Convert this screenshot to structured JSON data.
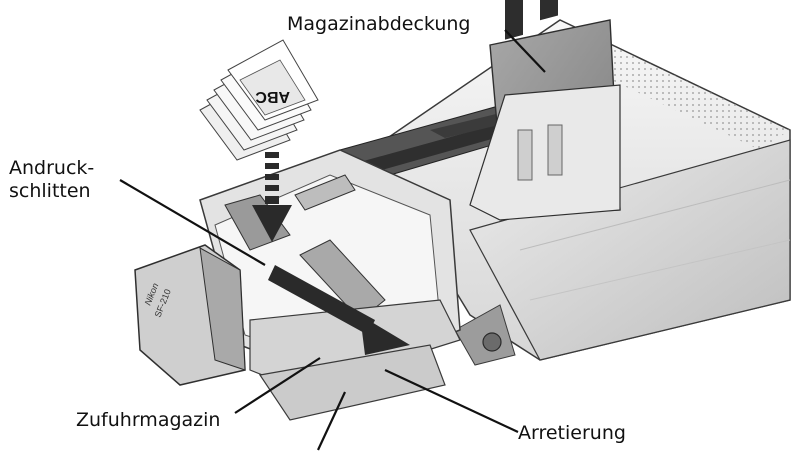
{
  "labels": {
    "magazine_cover": "Magazinabdeckung",
    "pressure_slide_line1": "Andruck-",
    "pressure_slide_line2": "schlitten",
    "feed_magazine": "Zufuhrmagazin",
    "lock": "Arretierung"
  },
  "device_brand": "Nikon",
  "device_model": "SF-210",
  "slide_text": "ABC",
  "colors": {
    "body_light": "#f2f2f2",
    "body_mid": "#c9c9c9",
    "body_dark": "#8a8a8a",
    "cover_gray": "#9a9a9a",
    "outline": "#3a3a3a",
    "arrow": "#2a2a2a"
  }
}
